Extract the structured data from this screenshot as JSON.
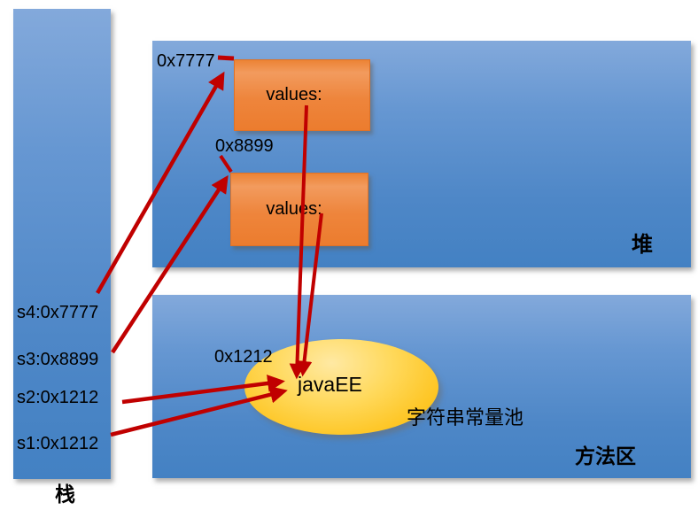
{
  "stack": {
    "label": "栈",
    "frames": [
      "s4:0x7777",
      "s3:0x8899",
      "s2:0x1212",
      "s1:0x1212"
    ]
  },
  "heap": {
    "label": "堆",
    "objects": [
      {
        "address": "0x7777",
        "content": "values:"
      },
      {
        "address": "0x8899",
        "content": "values:"
      }
    ]
  },
  "method_area": {
    "label": "方法区",
    "string_pool": {
      "label": "字符串常量池",
      "address": "0x1212",
      "value": "javaEE"
    }
  },
  "connections": [
    {
      "from": "s4:0x7777",
      "to": "heap object 0x7777"
    },
    {
      "from": "s3:0x8899",
      "to": "heap object 0x8899"
    },
    {
      "from": "s2:0x1212",
      "to": "string pool javaEE"
    },
    {
      "from": "s1:0x1212",
      "to": "string pool javaEE"
    },
    {
      "from": "values: (0x7777)",
      "to": "string pool javaEE"
    },
    {
      "from": "values: (0x8899)",
      "to": "string pool javaEE"
    }
  ],
  "colors": {
    "box_blue": "#4E87C7",
    "object_orange": "#ED7D31",
    "pool_yellow": "#FEC82B",
    "arrow_red": "#C00000"
  }
}
